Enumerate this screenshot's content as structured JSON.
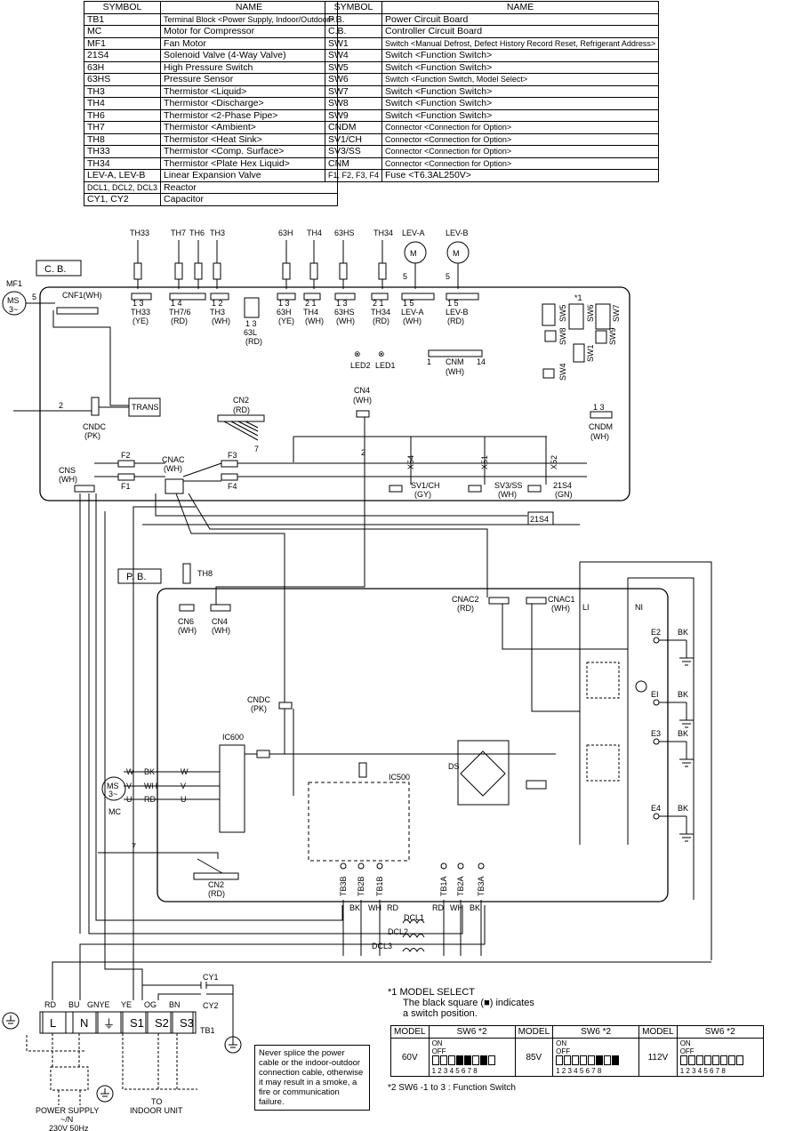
{
  "legend_left": {
    "headers": [
      "SYMBOL",
      "NAME"
    ],
    "rows": [
      [
        "TB1",
        "Terminal Block <Power Supply, Indoor/Outdoor>"
      ],
      [
        "MC",
        "Motor for Compressor"
      ],
      [
        "MF1",
        "Fan Motor"
      ],
      [
        "21S4",
        "Solenoid Valve (4-Way Valve)"
      ],
      [
        "63H",
        "High Pressure Switch"
      ],
      [
        "63HS",
        "Pressure Sensor"
      ],
      [
        "TH3",
        "Thermistor <Liquid>"
      ],
      [
        "TH4",
        "Thermistor <Discharge>"
      ],
      [
        "TH6",
        "Thermistor <2-Phase Pipe>"
      ],
      [
        "TH7",
        "Thermistor <Ambient>"
      ],
      [
        "TH8",
        "Thermistor <Heat Sink>"
      ],
      [
        "TH33",
        "Thermistor <Comp. Surface>"
      ],
      [
        "TH34",
        "Thermistor <Plate Hex Liquid>"
      ],
      [
        "LEV-A, LEV-B",
        "Linear Expansion Valve"
      ],
      [
        "DCL1, DCL2, DCL3",
        "Reactor"
      ],
      [
        "CY1, CY2",
        "Capacitor"
      ]
    ]
  },
  "legend_right": {
    "headers": [
      "SYMBOL",
      "NAME"
    ],
    "rows": [
      [
        "P.B.",
        "Power Circuit Board"
      ],
      [
        "C.B.",
        "Controller Circuit Board"
      ],
      [
        "SW1",
        "Switch <Manual Defrost, Defect History Record Reset, Refrigerant Address>"
      ],
      [
        "SW4",
        "Switch <Function Switch>"
      ],
      [
        "SW5",
        "Switch <Function Switch>"
      ],
      [
        "SW6",
        "Switch <Function Switch, Model Select>"
      ],
      [
        "SW7",
        "Switch <Function Switch>"
      ],
      [
        "SW8",
        "Switch <Function Switch>"
      ],
      [
        "SW9",
        "Switch <Function Switch>"
      ],
      [
        "CNDM",
        "Connector <Connection for Option>"
      ],
      [
        "SV1/CH",
        "Connector <Connection for Option>"
      ],
      [
        "SV3/SS",
        "Connector <Connection for Option>"
      ],
      [
        "CNM",
        "Connector <Connection for Option>"
      ],
      [
        "F1, F2, F3, F4",
        "Fuse <T6.3AL250V>"
      ]
    ]
  },
  "diagram": {
    "cb_label": "C. B.",
    "pb_label": "P. B.",
    "mf1": "MF1",
    "ms": "MS",
    "ms3": "3~",
    "mc": "MC",
    "cnf1": "CNF1(WH)",
    "sensors_top": [
      "TH33",
      "TH7",
      "TH6",
      "TH3",
      "63H",
      "TH4",
      "63HS",
      "TH34",
      "LEV-A",
      "LEV-B"
    ],
    "connectors_top": [
      {
        "name": "TH33",
        "color": "(YE)",
        "pins": "1   3"
      },
      {
        "name": "TH7/6",
        "color": "(RD)",
        "pins": "1          4"
      },
      {
        "name": "TH3",
        "color": "(WH)",
        "pins": "1  2"
      },
      {
        "name": "63L",
        "color": "(RD)",
        "pins": "1   3"
      },
      {
        "name": "63H",
        "color": "(YE)",
        "pins": "1   3"
      },
      {
        "name": "TH4",
        "color": "(WH)",
        "pins": "2  1"
      },
      {
        "name": "63HS",
        "color": "(WH)",
        "pins": "1    3"
      },
      {
        "name": "TH34",
        "color": "(RD)",
        "pins": "2  1"
      },
      {
        "name": "LEV-A",
        "color": "(WH)",
        "pins": "1          5"
      },
      {
        "name": "LEV-B",
        "color": "(RD)",
        "pins": "1          5"
      }
    ],
    "leds": [
      "LED2",
      "LED1"
    ],
    "cnm": "CNM",
    "cnm_color": "(WH)",
    "cnm_pins": [
      "1",
      "14"
    ],
    "switches": [
      "SW5",
      "SW6",
      "SW7",
      "SW8",
      "SW9",
      "SW1",
      "SW4"
    ],
    "sw_mark": "*1",
    "cndm": "CNDM",
    "cndm_color": "(WH)",
    "trans": "TRANS",
    "cndc": "CNDC",
    "cndc_color": "(PK)",
    "cn2": "CN2",
    "cn2_color": "(RD)",
    "cn4": "CN4",
    "cn4_color": "(WH)",
    "cns": "CNS",
    "cns_color": "(WH)",
    "cnac": "CNAC",
    "cnac_color": "(WH)",
    "fuses": [
      "F2",
      "F1",
      "F3",
      "F4"
    ],
    "relays": [
      "X54",
      "X51",
      "X52"
    ],
    "sv1": "SV1/CH",
    "sv1_color": "(GY)",
    "sv3": "SV3/SS",
    "sv3_color": "(WH)",
    "s21": "21S4",
    "s21_color": "(GN)",
    "th8": "TH8",
    "cn6": "CN6",
    "cn6_color": "(WH)",
    "cnac2": "CNAC2",
    "cnac2_color": "(RD)",
    "cnac1": "CNAC1",
    "cnac1_color": "(WH)",
    "li": "LI",
    "ni": "NI",
    "earths": [
      "E2",
      "EI",
      "E3",
      "E4"
    ],
    "bk": "BK",
    "ic600": "IC600",
    "ic500": "IC500",
    "ds": "DS",
    "motor_phases": [
      "W",
      "V",
      "U"
    ],
    "motor_colors": [
      "BK",
      "WH",
      "RD"
    ],
    "tb_pb": [
      "TB3B",
      "TB2B",
      "TB1B",
      "TB1A",
      "TB2A",
      "TB3A"
    ],
    "tb_colors_l": [
      "BK",
      "WH",
      "RD"
    ],
    "tb_colors_r": [
      "RD",
      "WH",
      "BK"
    ],
    "dcl": [
      "DCL1",
      "DCL2",
      "DCL3"
    ],
    "cy": [
      "CY1",
      "CY2"
    ],
    "tb1": "TB1",
    "terminals": [
      "L",
      "N",
      "S1",
      "S2",
      "S3"
    ],
    "wire_colors": [
      "RD",
      "BU",
      "GNYE",
      "YE",
      "OG",
      "BN"
    ],
    "power_supply": "POWER SUPPLY",
    "power_phase": "~/N",
    "power_spec": "230V 50Hz",
    "to_indoor_1": "TO",
    "to_indoor_2": "INDOOR UNIT",
    "wire_count": "7",
    "wire_count2": "2",
    "wire_count5": "5"
  },
  "model_select": {
    "title": "*1 MODEL SELECT",
    "line1": "The black square (■) indicates",
    "line2": "a switch position.",
    "headers": [
      "MODEL",
      "SW6 *2",
      "MODEL",
      "SW6 *2",
      "MODEL",
      "SW6 *2"
    ],
    "on": "ON",
    "off": "OFF",
    "nums": "1 2 3 4 5 6 7 8",
    "models": [
      {
        "model": "60V",
        "pattern": [
          0,
          0,
          0,
          1,
          1,
          0,
          1,
          0
        ]
      },
      {
        "model": "85V",
        "pattern": [
          0,
          0,
          0,
          0,
          0,
          1,
          0,
          1
        ]
      },
      {
        "model": "112V",
        "pattern": [
          0,
          0,
          0,
          0,
          0,
          0,
          0,
          0
        ]
      }
    ]
  },
  "note": "Never splice the power cable or the indoor-outdoor connection cable, otherwise it may result in a smoke, a fire or communication failure.",
  "footnote": "*2  SW6 -1 to 3 : Function Switch"
}
